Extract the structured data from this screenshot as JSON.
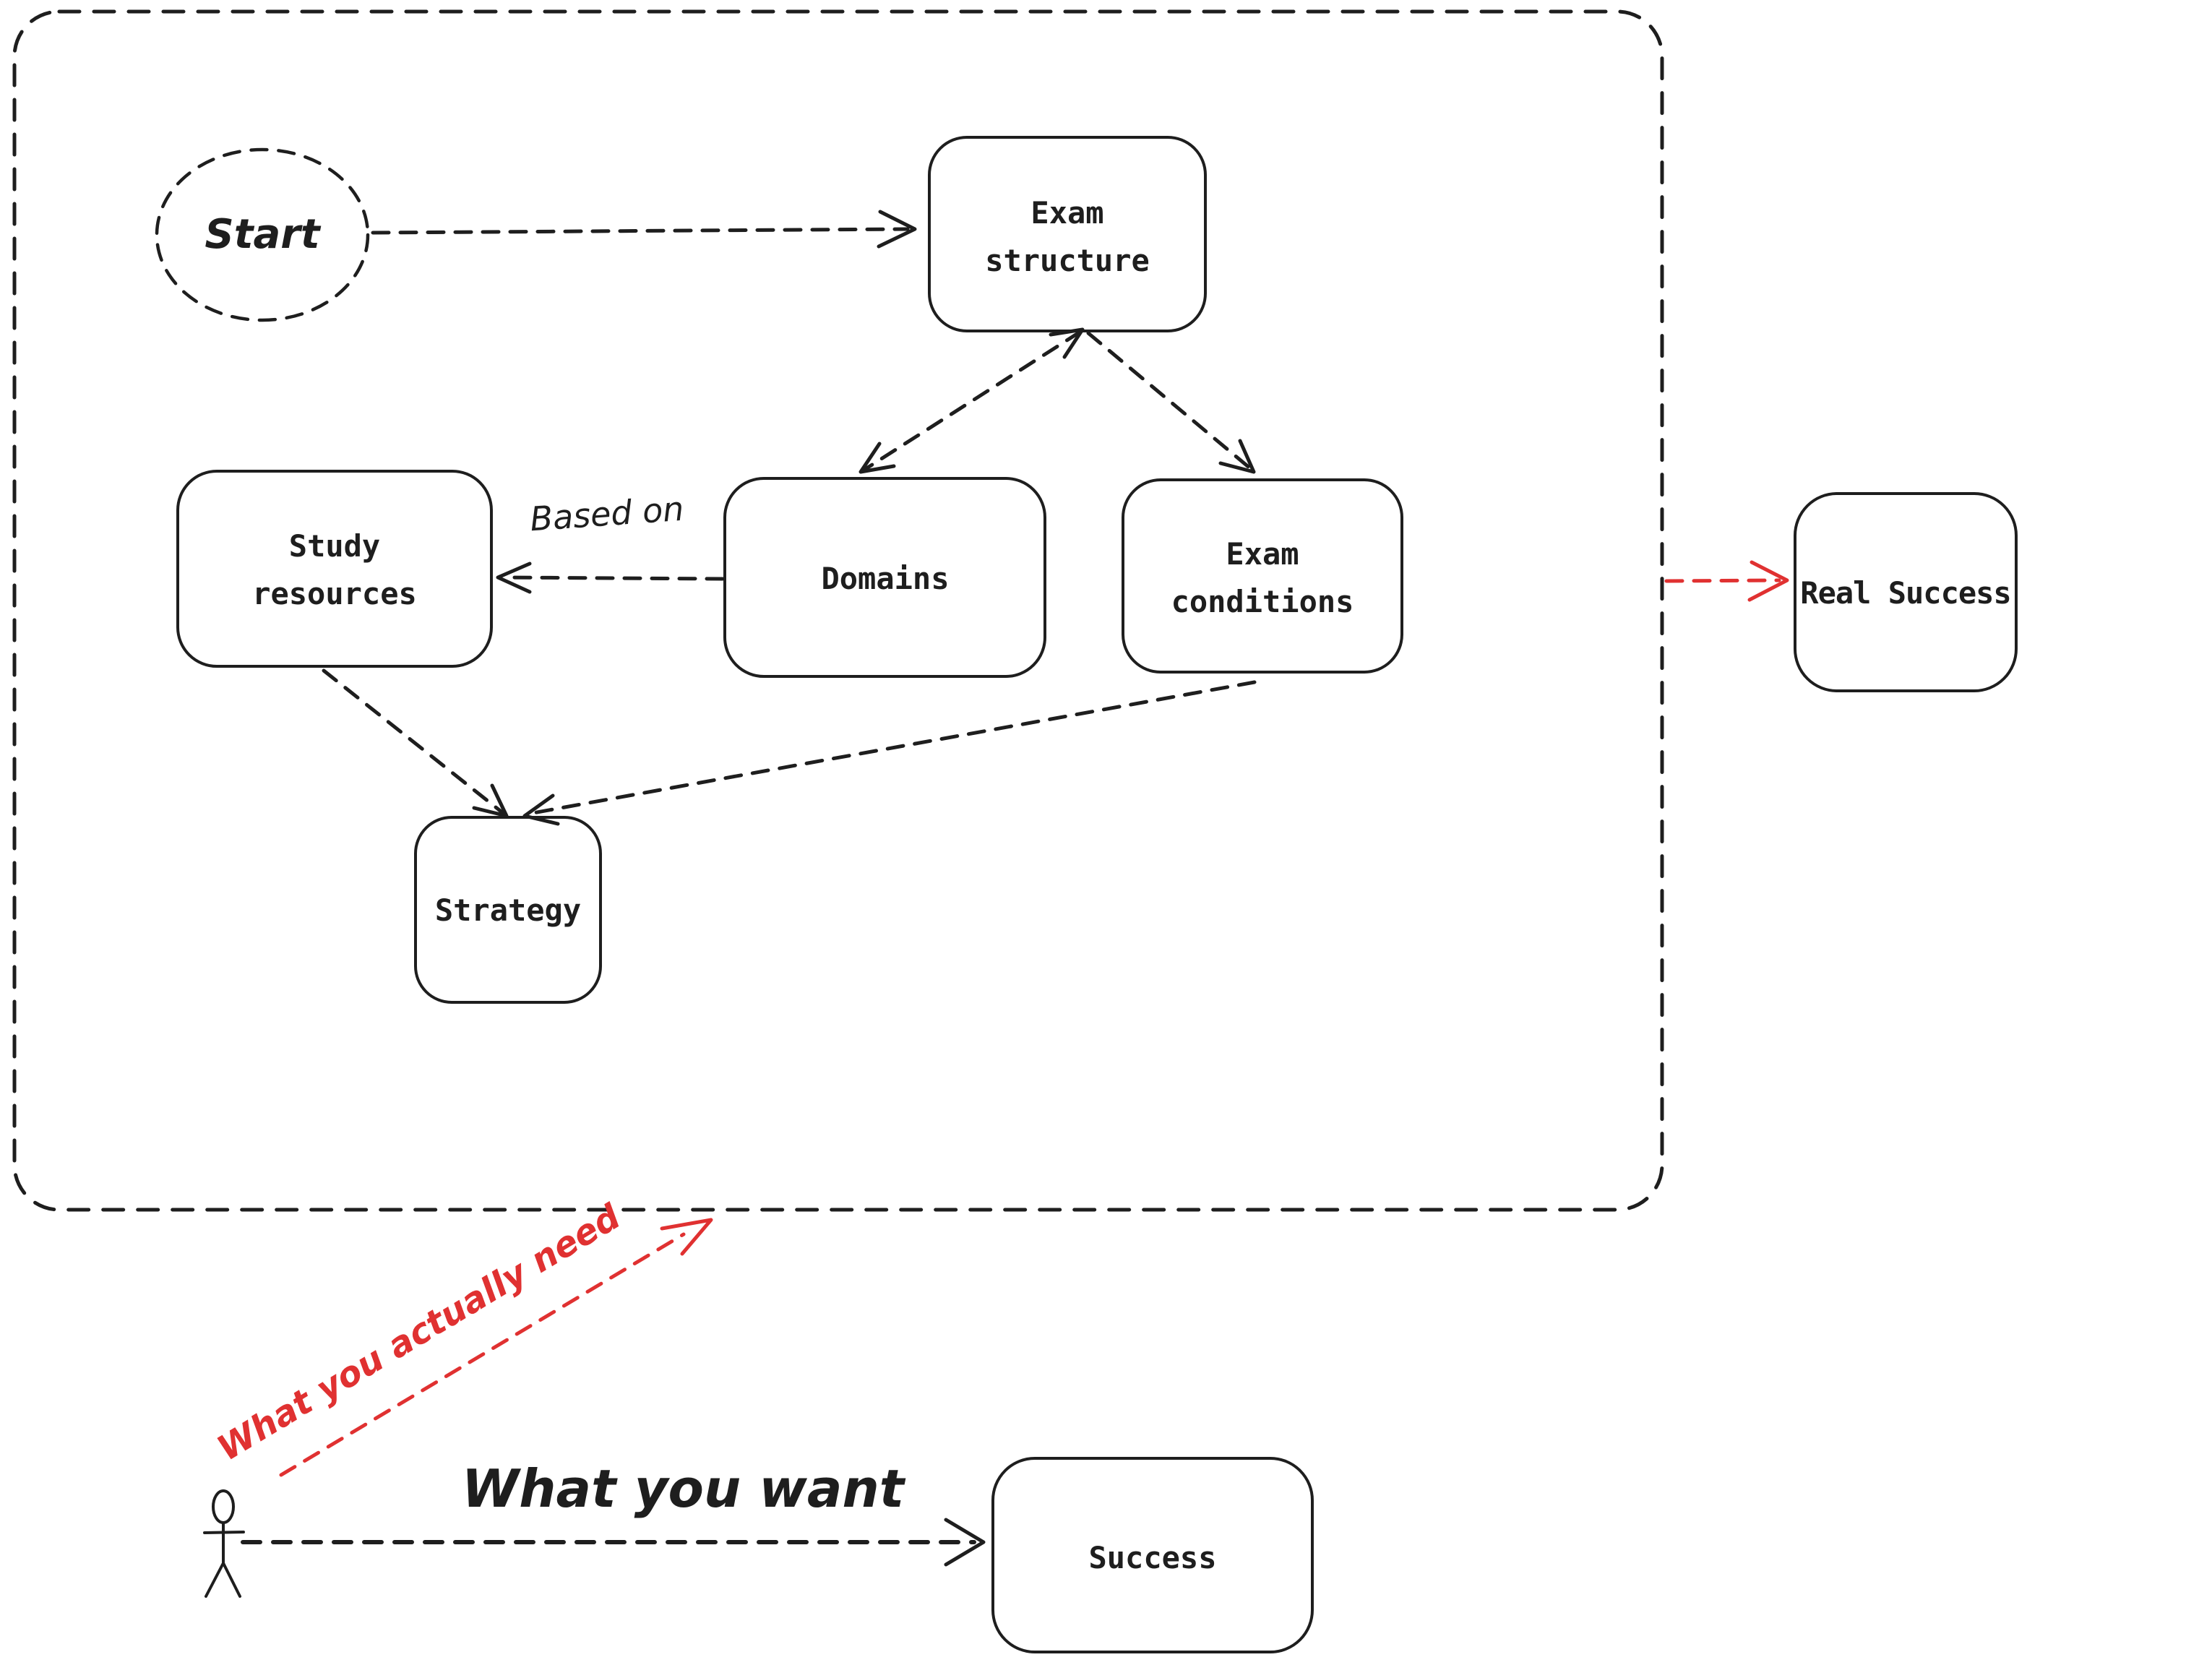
{
  "diagram": {
    "colors": {
      "ink": "#1e1e1e",
      "accent_red": "#e03131",
      "background": "#ffffff"
    },
    "nodes": {
      "start": {
        "label": "Start",
        "shape": "dashed-ellipse"
      },
      "exam_structure": {
        "line1": "Exam",
        "line2": "structure",
        "shape": "rounded-rect"
      },
      "domains": {
        "label": "Domains",
        "shape": "rounded-rect"
      },
      "exam_conditions": {
        "line1": "Exam",
        "line2": "conditions",
        "shape": "rounded-rect"
      },
      "study_resources": {
        "line1": "Study",
        "line2": "resources",
        "shape": "rounded-rect"
      },
      "strategy": {
        "label": "Strategy",
        "shape": "rounded-rect"
      },
      "real_success": {
        "label": "Real Success",
        "shape": "rounded-rect"
      },
      "success": {
        "label": "Success",
        "shape": "rounded-rect"
      }
    },
    "edge_labels": {
      "based_on": "Based on",
      "what_you_want": "What you want",
      "what_you_actually_need": "What you actually need"
    }
  }
}
